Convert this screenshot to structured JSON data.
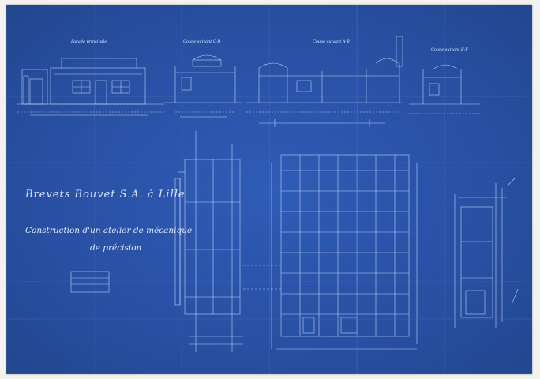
{
  "document": {
    "company": "Brevets Bouvet S.A. à Lille",
    "subject_line1": "Construction d'un atelier de mécanique",
    "subject_line2": "de précision"
  },
  "views": {
    "facade": "Façade principale",
    "section_cd": "Coupe suivant C-D",
    "section_ab": "Coupe suivant A-B",
    "section_ef": "Coupe suivant E-F"
  },
  "colors": {
    "paper": "#2a53a8",
    "ink": "#dfe9ff"
  }
}
